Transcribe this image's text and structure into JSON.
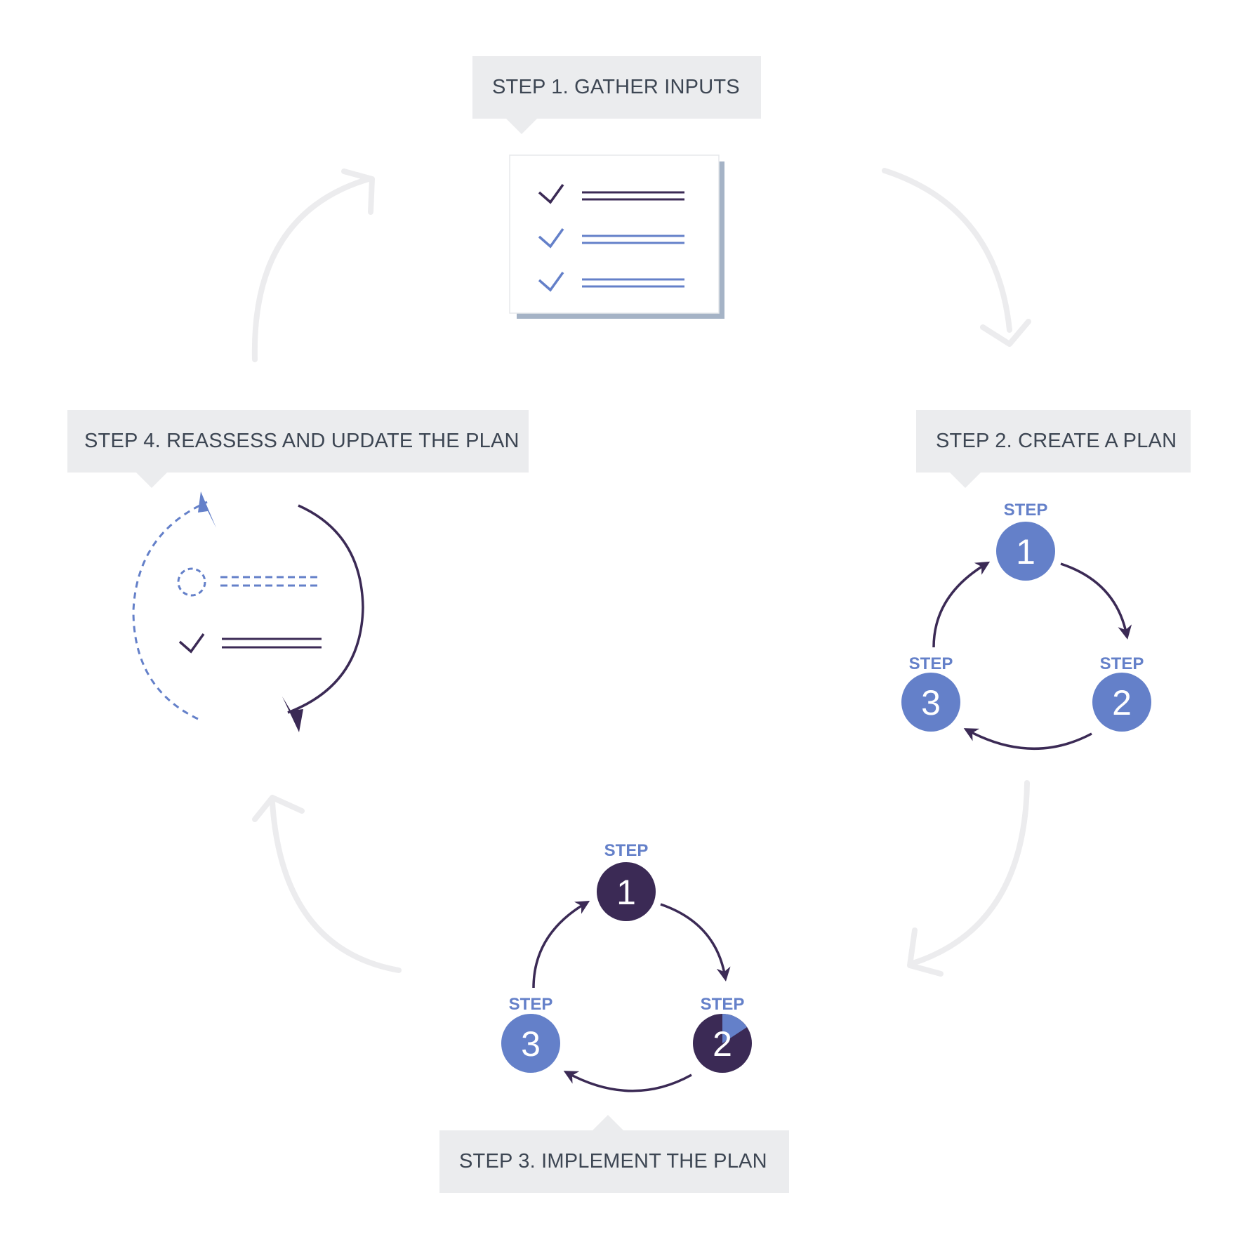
{
  "steps": [
    {
      "label": "STEP 1. GATHER INPUTS"
    },
    {
      "label": "STEP 2. CREATE A PLAN"
    },
    {
      "label": "STEP 3. IMPLEMENT THE PLAN"
    },
    {
      "label": "STEP 4. REASSESS AND UPDATE THE PLAN"
    }
  ],
  "mini_cycle": {
    "word": "STEP",
    "numbers": [
      "1",
      "2",
      "3"
    ]
  },
  "colors": {
    "callout_bg": "#ebecee",
    "callout_text": "#3d4653",
    "outer_arrow": "#ececee",
    "dark_purple": "#3b2a55",
    "mid_blue": "#6480c9",
    "doc_shadow": "#a5b3c6"
  }
}
